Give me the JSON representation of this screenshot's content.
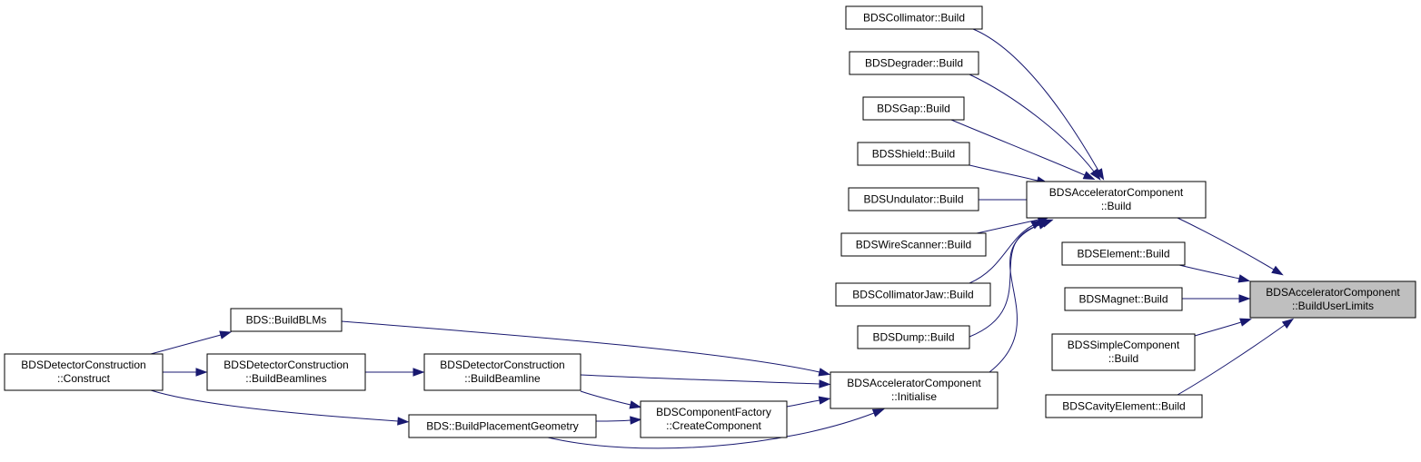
{
  "nodes": [
    {
      "id": "root",
      "lines": [
        "BDSAcceleratorComponent",
        "::BuildUserLimits"
      ],
      "highlight": true
    },
    {
      "id": "acc_build",
      "lines": [
        "BDSAcceleratorComponent",
        "::Build"
      ]
    },
    {
      "id": "element_build",
      "lines": [
        "BDSElement::Build"
      ]
    },
    {
      "id": "magnet_build",
      "lines": [
        "BDSMagnet::Build"
      ]
    },
    {
      "id": "simple_build",
      "lines": [
        "BDSSimpleComponent",
        "::Build"
      ]
    },
    {
      "id": "cavity_build",
      "lines": [
        "BDSCavityElement::Build"
      ]
    },
    {
      "id": "collimator_build",
      "lines": [
        "BDSCollimator::Build"
      ]
    },
    {
      "id": "degrader_build",
      "lines": [
        "BDSDegrader::Build"
      ]
    },
    {
      "id": "gap_build",
      "lines": [
        "BDSGap::Build"
      ]
    },
    {
      "id": "shield_build",
      "lines": [
        "BDSShield::Build"
      ]
    },
    {
      "id": "undulator_build",
      "lines": [
        "BDSUndulator::Build"
      ]
    },
    {
      "id": "wirescanner_build",
      "lines": [
        "BDSWireScanner::Build"
      ]
    },
    {
      "id": "jaw_build",
      "lines": [
        "BDSCollimatorJaw::Build"
      ]
    },
    {
      "id": "dump_build",
      "lines": [
        "BDSDump::Build"
      ]
    },
    {
      "id": "initialise",
      "lines": [
        "BDSAcceleratorComponent",
        "::Initialise"
      ]
    },
    {
      "id": "buildblms",
      "lines": [
        "BDS::BuildBLMs"
      ]
    },
    {
      "id": "dc_buildbeamline",
      "lines": [
        "BDSDetectorConstruction",
        "::BuildBeamline"
      ]
    },
    {
      "id": "cf_create",
      "lines": [
        "BDSComponentFactory",
        "::CreateComponent"
      ]
    },
    {
      "id": "placement",
      "lines": [
        "BDS::BuildPlacementGeometry"
      ]
    },
    {
      "id": "dc_buildbeamlines",
      "lines": [
        "BDSDetectorConstruction",
        "::BuildBeamlines"
      ]
    },
    {
      "id": "dc_construct",
      "lines": [
        "BDSDetectorConstruction",
        "::Construct"
      ]
    }
  ],
  "edges": [
    {
      "from": "acc_build",
      "to": "root"
    },
    {
      "from": "element_build",
      "to": "root"
    },
    {
      "from": "magnet_build",
      "to": "root"
    },
    {
      "from": "simple_build",
      "to": "root"
    },
    {
      "from": "cavity_build",
      "to": "root"
    },
    {
      "from": "collimator_build",
      "to": "acc_build"
    },
    {
      "from": "degrader_build",
      "to": "acc_build"
    },
    {
      "from": "gap_build",
      "to": "acc_build"
    },
    {
      "from": "shield_build",
      "to": "acc_build"
    },
    {
      "from": "undulator_build",
      "to": "acc_build"
    },
    {
      "from": "wirescanner_build",
      "to": "acc_build"
    },
    {
      "from": "jaw_build",
      "to": "acc_build"
    },
    {
      "from": "dump_build",
      "to": "acc_build"
    },
    {
      "from": "initialise",
      "to": "acc_build"
    },
    {
      "from": "buildblms",
      "to": "initialise"
    },
    {
      "from": "dc_buildbeamline",
      "to": "initialise"
    },
    {
      "from": "cf_create",
      "to": "initialise"
    },
    {
      "from": "placement",
      "to": "initialise"
    },
    {
      "from": "dc_buildbeamline",
      "to": "cf_create"
    },
    {
      "from": "placement",
      "to": "cf_create"
    },
    {
      "from": "dc_buildbeamlines",
      "to": "dc_buildbeamline"
    },
    {
      "from": "dc_construct",
      "to": "buildblms"
    },
    {
      "from": "dc_construct",
      "to": "dc_buildbeamlines"
    },
    {
      "from": "dc_construct",
      "to": "placement"
    }
  ]
}
